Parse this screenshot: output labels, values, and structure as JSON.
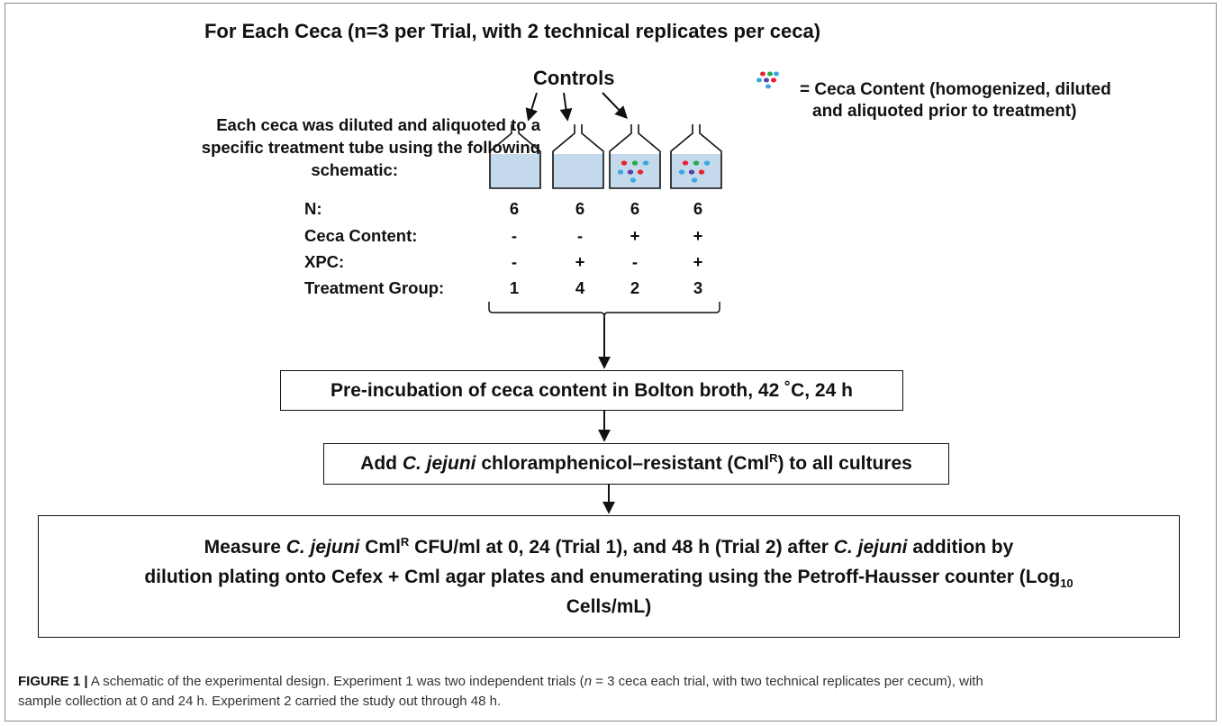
{
  "title": "For Each Ceca (n=3 per Trial, with 2 technical replicates per ceca)",
  "controls_label": "Controls",
  "legend": {
    "line1": "= Ceca Content (homogenized, diluted",
    "line2": "and aliquoted prior to treatment)"
  },
  "description": {
    "line1": "Each ceca was diluted and aliquoted to a",
    "line2": "specific treatment tube using the following",
    "line3": "schematic:"
  },
  "table": {
    "rows": [
      {
        "label": "N:",
        "values": [
          "6",
          "6",
          "6",
          "6"
        ]
      },
      {
        "label": "Ceca Content:",
        "values": [
          "-",
          "-",
          "+",
          "+"
        ]
      },
      {
        "label": "XPC:",
        "values": [
          "-",
          "+",
          "-",
          "+"
        ]
      },
      {
        "label": "Treatment Group:",
        "values": [
          "1",
          "4",
          "2",
          "3"
        ]
      }
    ]
  },
  "steps": {
    "step1": "Pre-incubation of ceca content in Bolton broth, 42 ˚C, 24 h",
    "step2": {
      "pre": "Add ",
      "species": "C. jejuni",
      "mid": " chloramphenicol–resistant (Cml",
      "sup": "R",
      "post": ") to all cultures"
    },
    "step3": {
      "a": "Measure ",
      "b": "C. jejuni",
      "c": " Cml",
      "d": "R",
      "e": " CFU/ml at 0, 24 (Trial 1), and 48 h (Trial 2) after ",
      "f": "C. jejuni",
      "g": " addition by",
      "h": "dilution plating onto Cefex + Cml agar plates and enumerating using the Petroff-Hausser counter (Log",
      "i": "10",
      "j": "Cells/mL)"
    }
  },
  "caption": {
    "fig": "FIGURE 1 |",
    "t1": " A schematic of the experimental design. Experiment 1 was two independent trials (",
    "n": "n",
    "t2": " = 3 ceca each trial, with two technical replicates per cecum), with",
    "t3": "sample collection at 0 and 24 h. Experiment 2 carried the study out through 48 h."
  },
  "colors": {
    "liquid": "#c5d9ec",
    "dot_red": "#e8232a",
    "dot_green": "#2aa84a",
    "dot_blue": "#3aa8e0",
    "dot_purple": "#5b3fa8"
  },
  "tubes": [
    {
      "has_content": false
    },
    {
      "has_content": false
    },
    {
      "has_content": true
    },
    {
      "has_content": true
    }
  ]
}
